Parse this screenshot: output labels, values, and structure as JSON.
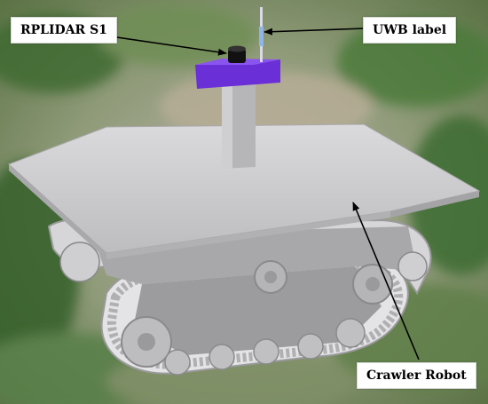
{
  "labels": {
    "rplidar": "RPLIDAR S1",
    "uwb": "UWB label",
    "crawler": "Crawler Robot"
  },
  "colors": {
    "robot_body": "#c8c8ca",
    "robot_dark": "#8a8a8c",
    "uwb_mount": "#6a2fd6",
    "lidar_cap": "#111111",
    "arrow": "#000000"
  }
}
